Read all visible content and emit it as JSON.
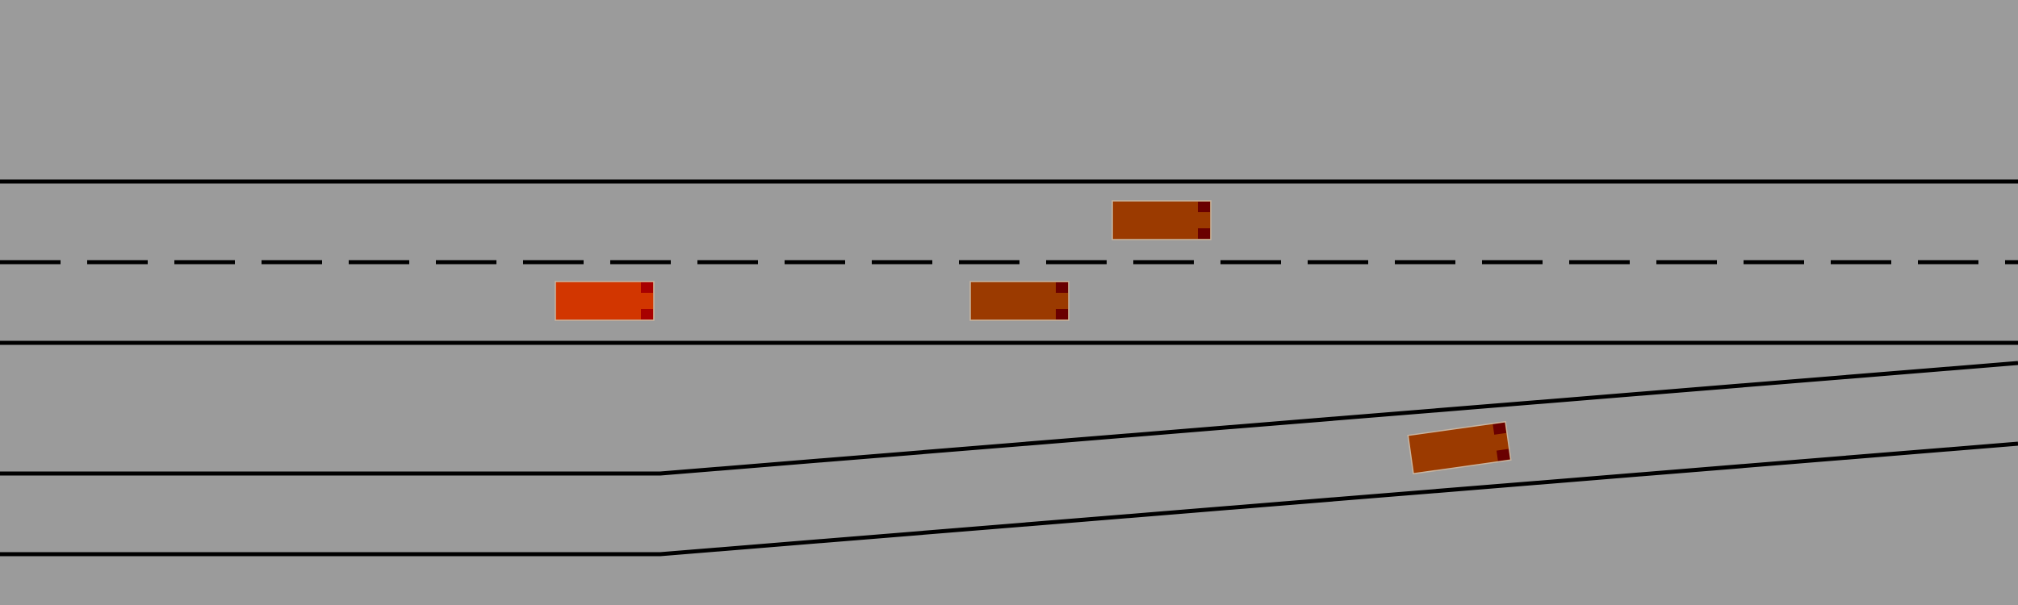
{
  "colors": {
    "background": "#9b9b9b",
    "lane_line": "#000000",
    "ego_vehicle": "#d23600",
    "ego_lights": "#a80000",
    "other_vehicle": "#9b3a00",
    "other_lights": "#6a0000",
    "vehicle_outline": "#c8b4a0"
  },
  "roads": [
    {
      "name": "main-road",
      "lanes": 2,
      "lane_divider": "dashed"
    },
    {
      "name": "merge-ramp",
      "lanes": 1
    }
  ],
  "vehicles": [
    {
      "name": "ego-vehicle",
      "role": "ego",
      "road": "main-road",
      "lane": 2,
      "heading": "right"
    },
    {
      "name": "vehicle-lane-2",
      "role": "other",
      "road": "main-road",
      "lane": 2,
      "heading": "right"
    },
    {
      "name": "vehicle-lane-1",
      "role": "other",
      "road": "main-road",
      "lane": 1,
      "heading": "right"
    },
    {
      "name": "vehicle-ramp",
      "role": "other",
      "road": "merge-ramp",
      "lane": 1,
      "heading": "up-right"
    }
  ]
}
